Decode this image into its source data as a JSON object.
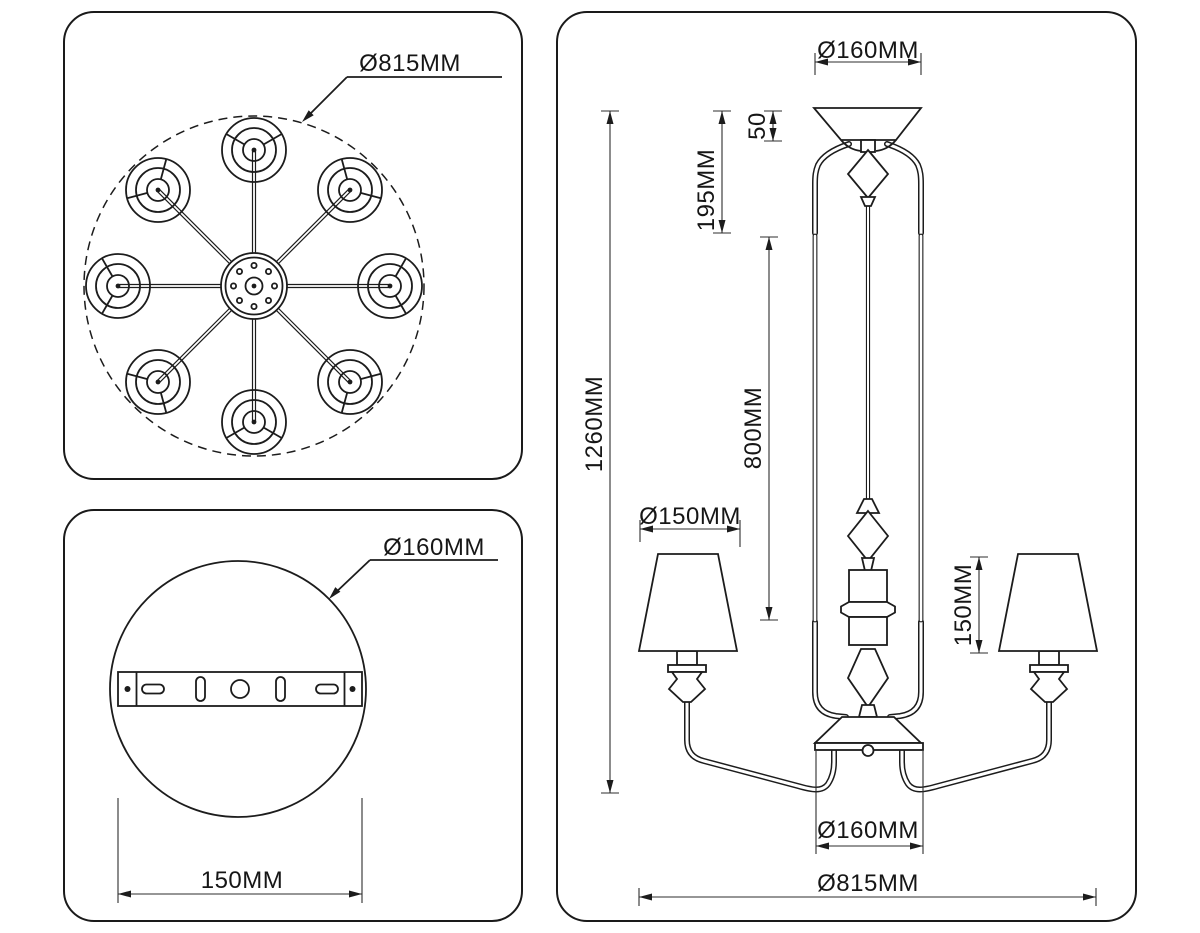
{
  "title": "Chandelier dimensional drawing",
  "colors": {
    "line": "#1c1c1c",
    "background": "#ffffff"
  },
  "views": {
    "top_view": {
      "overall_diameter": "Ø815MM"
    },
    "mount_plate_view": {
      "plate_diameter": "Ø160MM",
      "bracket_width": "150MM"
    },
    "front_view": {
      "canopy_diameter": "Ø160MM",
      "canopy_height": "50",
      "upper_rod_length": "195MM",
      "suspension_length": "800MM",
      "overall_height": "1260MM",
      "shade_diameter": "Ø150MM",
      "shade_height": "150MM",
      "hub_diameter": "Ø160MM",
      "overall_width": "Ø815MM"
    }
  }
}
